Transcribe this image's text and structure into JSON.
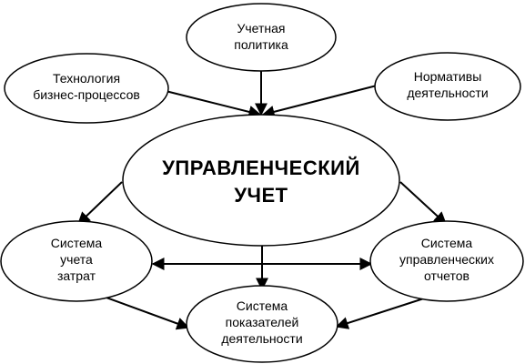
{
  "diagram": {
    "nodes": {
      "accounting_policy": {
        "lines": [
          "Учетная",
          "политика"
        ]
      },
      "business_tech": {
        "lines": [
          "Технология",
          "бизнес-процессов"
        ]
      },
      "norms": {
        "lines": [
          "Нормативы",
          "деятельности"
        ]
      },
      "management_accounting": {
        "lines": [
          "УПРАВЛЕНЧЕСКИЙ",
          "УЧЕТ"
        ]
      },
      "cost_system": {
        "lines": [
          "Система",
          "учета",
          "затрат"
        ]
      },
      "reports_system": {
        "lines": [
          "Система",
          "управленческих",
          "отчетов"
        ]
      },
      "indicators_system": {
        "lines": [
          "Система",
          "показателей",
          "деятельности"
        ]
      }
    },
    "edges": [
      {
        "from": "accounting_policy",
        "to": "management_accounting",
        "arrows": "end"
      },
      {
        "from": "business_tech",
        "to": "management_accounting",
        "arrows": "end"
      },
      {
        "from": "norms",
        "to": "management_accounting",
        "arrows": "end"
      },
      {
        "from": "management_accounting",
        "to": "cost_system",
        "arrows": "end"
      },
      {
        "from": "management_accounting",
        "to": "reports_system",
        "arrows": "end"
      },
      {
        "from": "management_accounting",
        "to": "indicators_system",
        "arrows": "end"
      },
      {
        "from": "cost_system",
        "to": "reports_system",
        "arrows": "both"
      },
      {
        "from": "cost_system",
        "to": "indicators_system",
        "arrows": "end"
      },
      {
        "from": "reports_system",
        "to": "indicators_system",
        "arrows": "end"
      }
    ],
    "colors": {
      "stroke": "#000000",
      "fill": "#ffffff",
      "text": "#000000"
    }
  }
}
